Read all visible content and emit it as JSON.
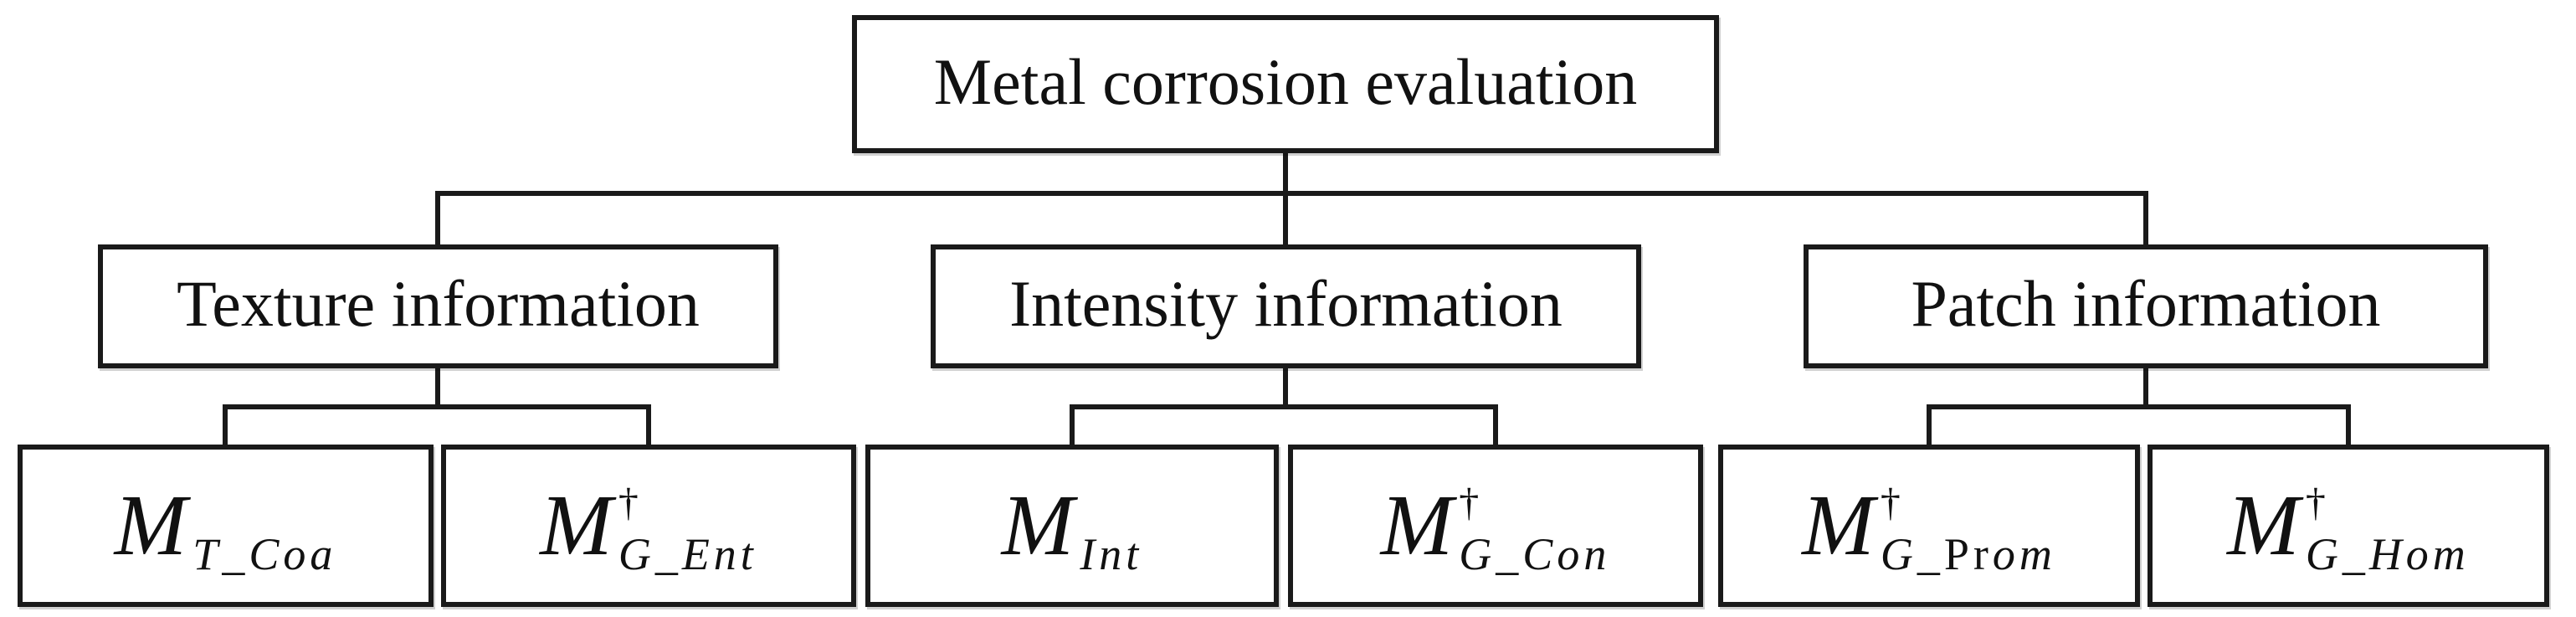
{
  "diagram": {
    "title": "Metal corrosion evaluation hierarchy",
    "colors": {
      "line": "#1a1a1a",
      "box_background": "#ffffff",
      "text": "#111111"
    },
    "root": {
      "label": "Metal corrosion evaluation"
    },
    "groups": [
      {
        "label": "Texture information",
        "leaves": [
          {
            "name": "M_T_Coa",
            "base": "M",
            "sup": "",
            "sub": [
              {
                "t": "T",
                "i": 1
              },
              {
                "t": "_",
                "i": 1
              },
              {
                "t": "Coa",
                "i": 1
              }
            ]
          },
          {
            "name": "M_G_Ent",
            "base": "M",
            "sup": "†",
            "sub": [
              {
                "t": "G",
                "i": 1
              },
              {
                "t": "_",
                "i": 1
              },
              {
                "t": "Ent",
                "i": 1
              }
            ]
          }
        ]
      },
      {
        "label": "Intensity information",
        "leaves": [
          {
            "name": "M_Int",
            "base": "M",
            "sup": "",
            "sub": [
              {
                "t": "Int",
                "i": 1
              }
            ]
          },
          {
            "name": "M_G_Con",
            "base": "M",
            "sup": "†",
            "sub": [
              {
                "t": "G",
                "i": 1
              },
              {
                "t": "_",
                "i": 1
              },
              {
                "t": "Con",
                "i": 1
              }
            ]
          }
        ]
      },
      {
        "label": "Patch information",
        "leaves": [
          {
            "name": "M_G_Prom",
            "base": "M",
            "sup": "†",
            "sub": [
              {
                "t": "G",
                "i": 1
              },
              {
                "t": "_",
                "i": 1
              },
              {
                "t": "Pr",
                "i": 0
              },
              {
                "t": "om",
                "i": 1
              }
            ]
          },
          {
            "name": "M_G_Hom",
            "base": "M",
            "sup": "†",
            "sub": [
              {
                "t": "G",
                "i": 1
              },
              {
                "t": "_",
                "i": 1
              },
              {
                "t": "Hom",
                "i": 1
              }
            ]
          }
        ]
      }
    ]
  }
}
